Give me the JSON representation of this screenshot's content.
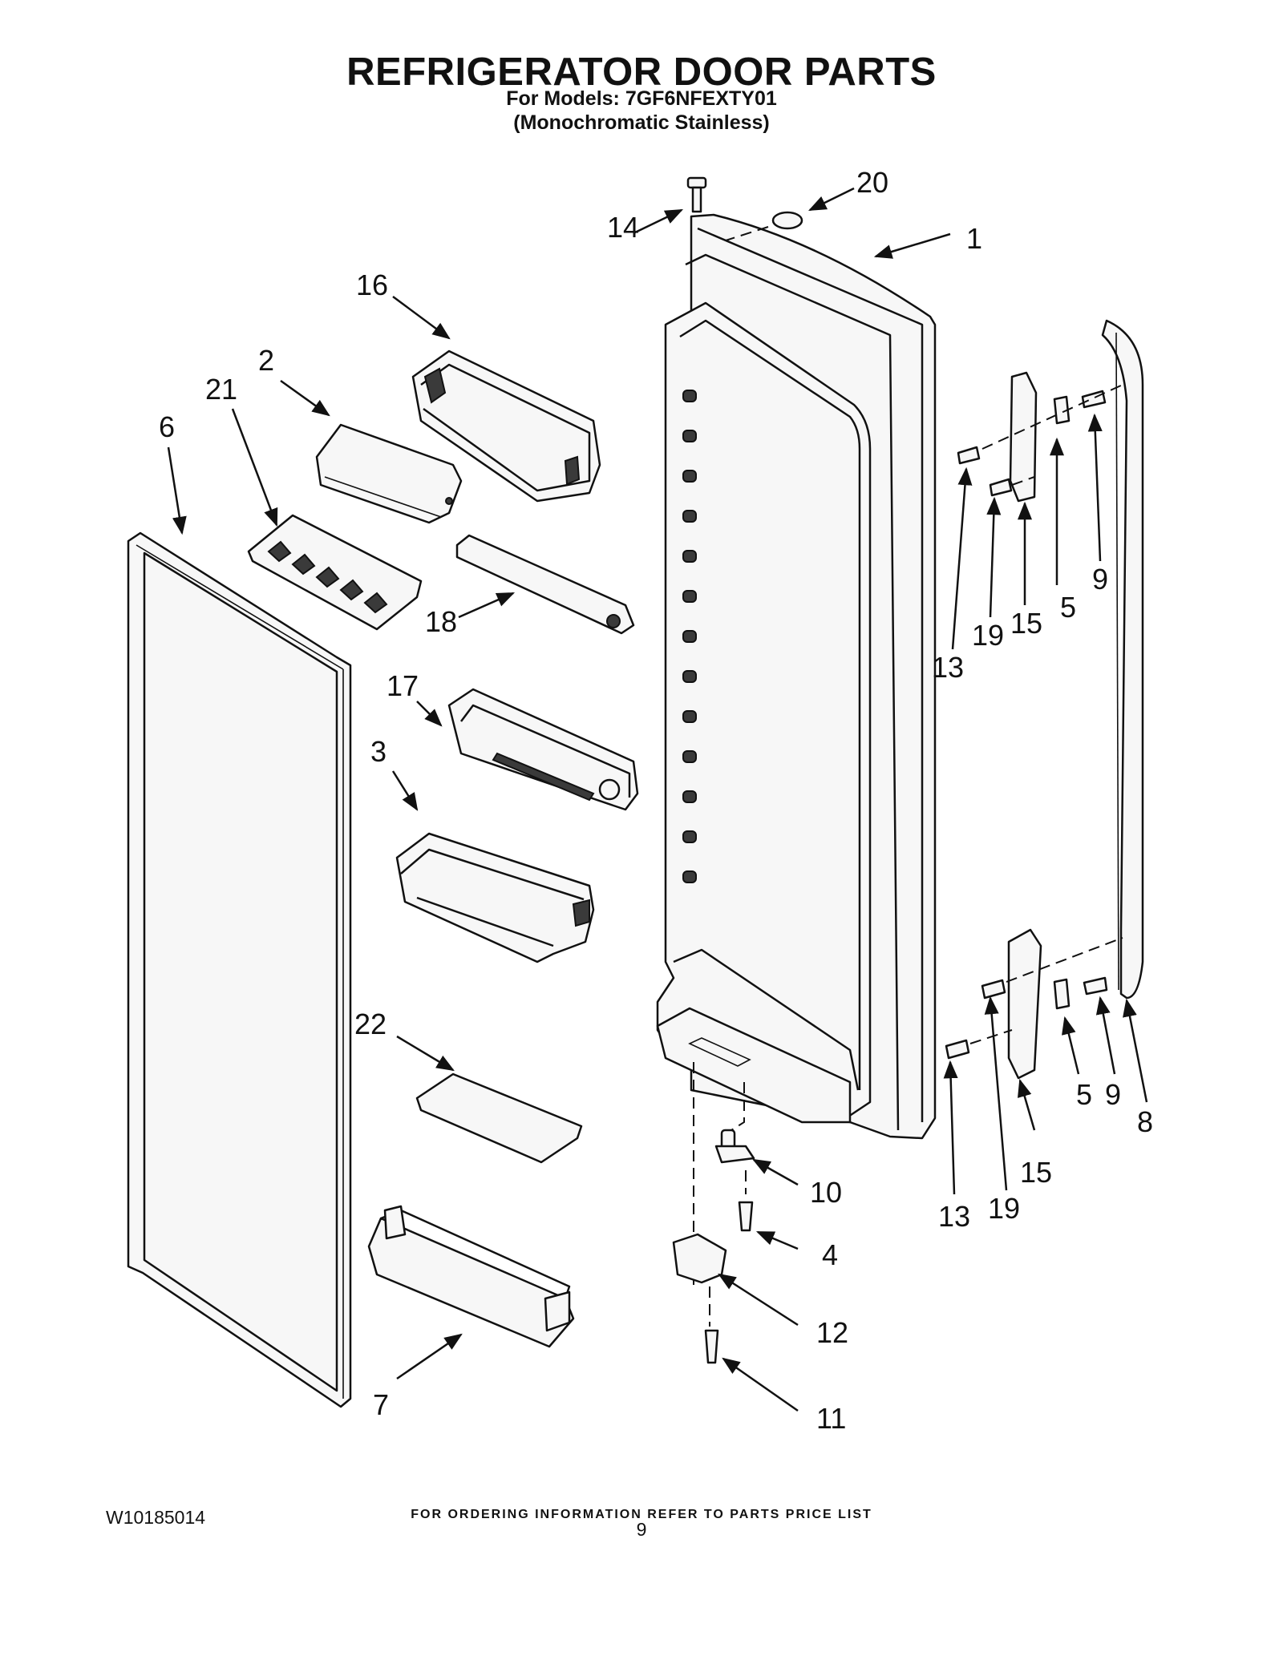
{
  "header": {
    "title": "REFRIGERATOR DOOR PARTS",
    "models_line": "For Models: 7GF6NFEXTY01",
    "finish_line": "(Monochromatic Stainless)"
  },
  "callouts": [
    "1",
    "2",
    "3",
    "4",
    "5",
    "5",
    "6",
    "7",
    "8",
    "9",
    "9",
    "10",
    "11",
    "12",
    "13",
    "13",
    "14",
    "15",
    "15",
    "16",
    "17",
    "18",
    "19",
    "19",
    "20",
    "21",
    "22"
  ],
  "footer": {
    "ordering_note": "FOR ORDERING INFORMATION REFER TO PARTS PRICE LIST",
    "document_number": "W10185014",
    "page_number": "9"
  }
}
